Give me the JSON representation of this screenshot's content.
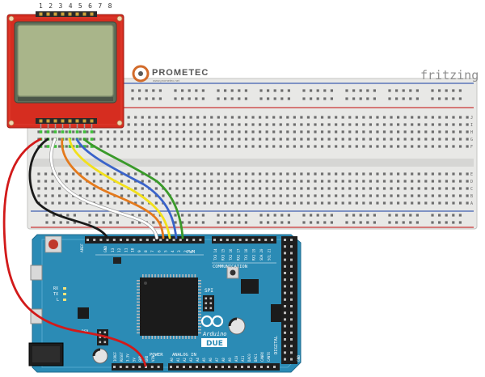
{
  "watermark": "fritzing",
  "logo": {
    "name": "PROMETEC",
    "url": "www.prometec.net"
  },
  "lcd": {
    "pin_numbers": "1 2 3 4 5 6 7 8"
  },
  "breadboard": {
    "row_letters_top": [
      "J",
      "I",
      "H",
      "G",
      "F"
    ],
    "row_letters_bottom": [
      "E",
      "D",
      "C",
      "B",
      "A"
    ]
  },
  "arduino": {
    "brand": "Arduino",
    "model": "DUE",
    "labels": {
      "pwm": "PWM",
      "communication": "COMMUNICATION",
      "analog_in": "ANALOG IN",
      "power": "POWER",
      "spi": "SPI",
      "digital": "DIGITAL",
      "dsp": "DSP",
      "tx": "TX",
      "rx": "RX",
      "l": "L",
      "gnd": "GND",
      "aref": "AREF",
      "reset": "RESET"
    },
    "pwm_pins": [
      "13",
      "12",
      "11",
      "10",
      "9",
      "8",
      "7",
      "6",
      "5",
      "4",
      "3",
      "2"
    ],
    "comm_pins": [
      "TX3 14",
      "RX3 15",
      "TX2 16",
      "RX2 17",
      "TX1 18",
      "RX1 19",
      "SDA 20",
      "SCL 21"
    ],
    "analog_pins": [
      "A0",
      "A1",
      "A2",
      "A3",
      "A4",
      "A5",
      "A6",
      "A7",
      "A8",
      "A9",
      "A10",
      "A11",
      "DAC0",
      "DAC1",
      "CANRX",
      "CANTX"
    ],
    "power_pins": [
      "IOREF",
      "RESET",
      "3.3V",
      "5V",
      "GND",
      "GND",
      "VIN"
    ]
  },
  "colors": {
    "lcd_board": "#d62d20",
    "lcd_screen": "#a9b58a",
    "arduino_board": "#2b8bb5",
    "wire_red": "#d21a1a",
    "wire_black": "#1a1a1a",
    "wire_white": "#ffffff",
    "wire_orange": "#e47a1c",
    "wire_yellow": "#f2e01b",
    "wire_blue": "#3a63c9",
    "wire_green": "#3a9a2a"
  }
}
